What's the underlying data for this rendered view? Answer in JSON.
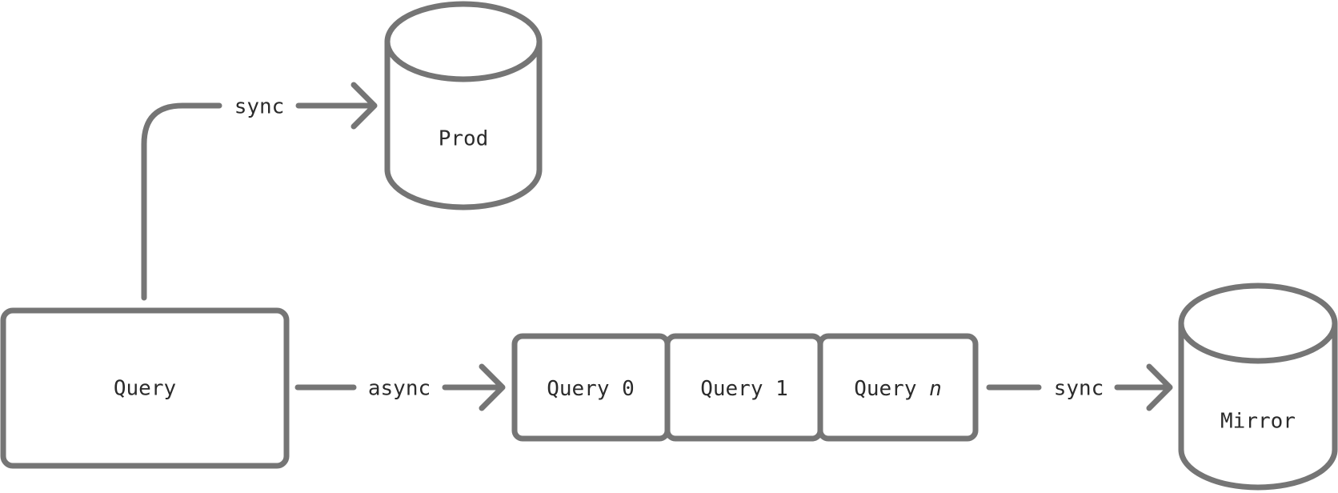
{
  "nodes": {
    "query": {
      "label": "Query"
    },
    "prod": {
      "label": "Prod"
    },
    "mirror": {
      "label": "Mirror"
    },
    "queue": [
      {
        "prefix": "Query",
        "index": "0"
      },
      {
        "prefix": "Query",
        "index": "1"
      },
      {
        "prefix": "Query",
        "index": "n"
      }
    ]
  },
  "edges": {
    "to_prod": {
      "label": "sync"
    },
    "to_queue": {
      "label": "async"
    },
    "to_mirror": {
      "label": "sync"
    }
  },
  "colors": {
    "stroke": "#757575",
    "text": "#2b2b2b",
    "background": "#ffffff"
  }
}
